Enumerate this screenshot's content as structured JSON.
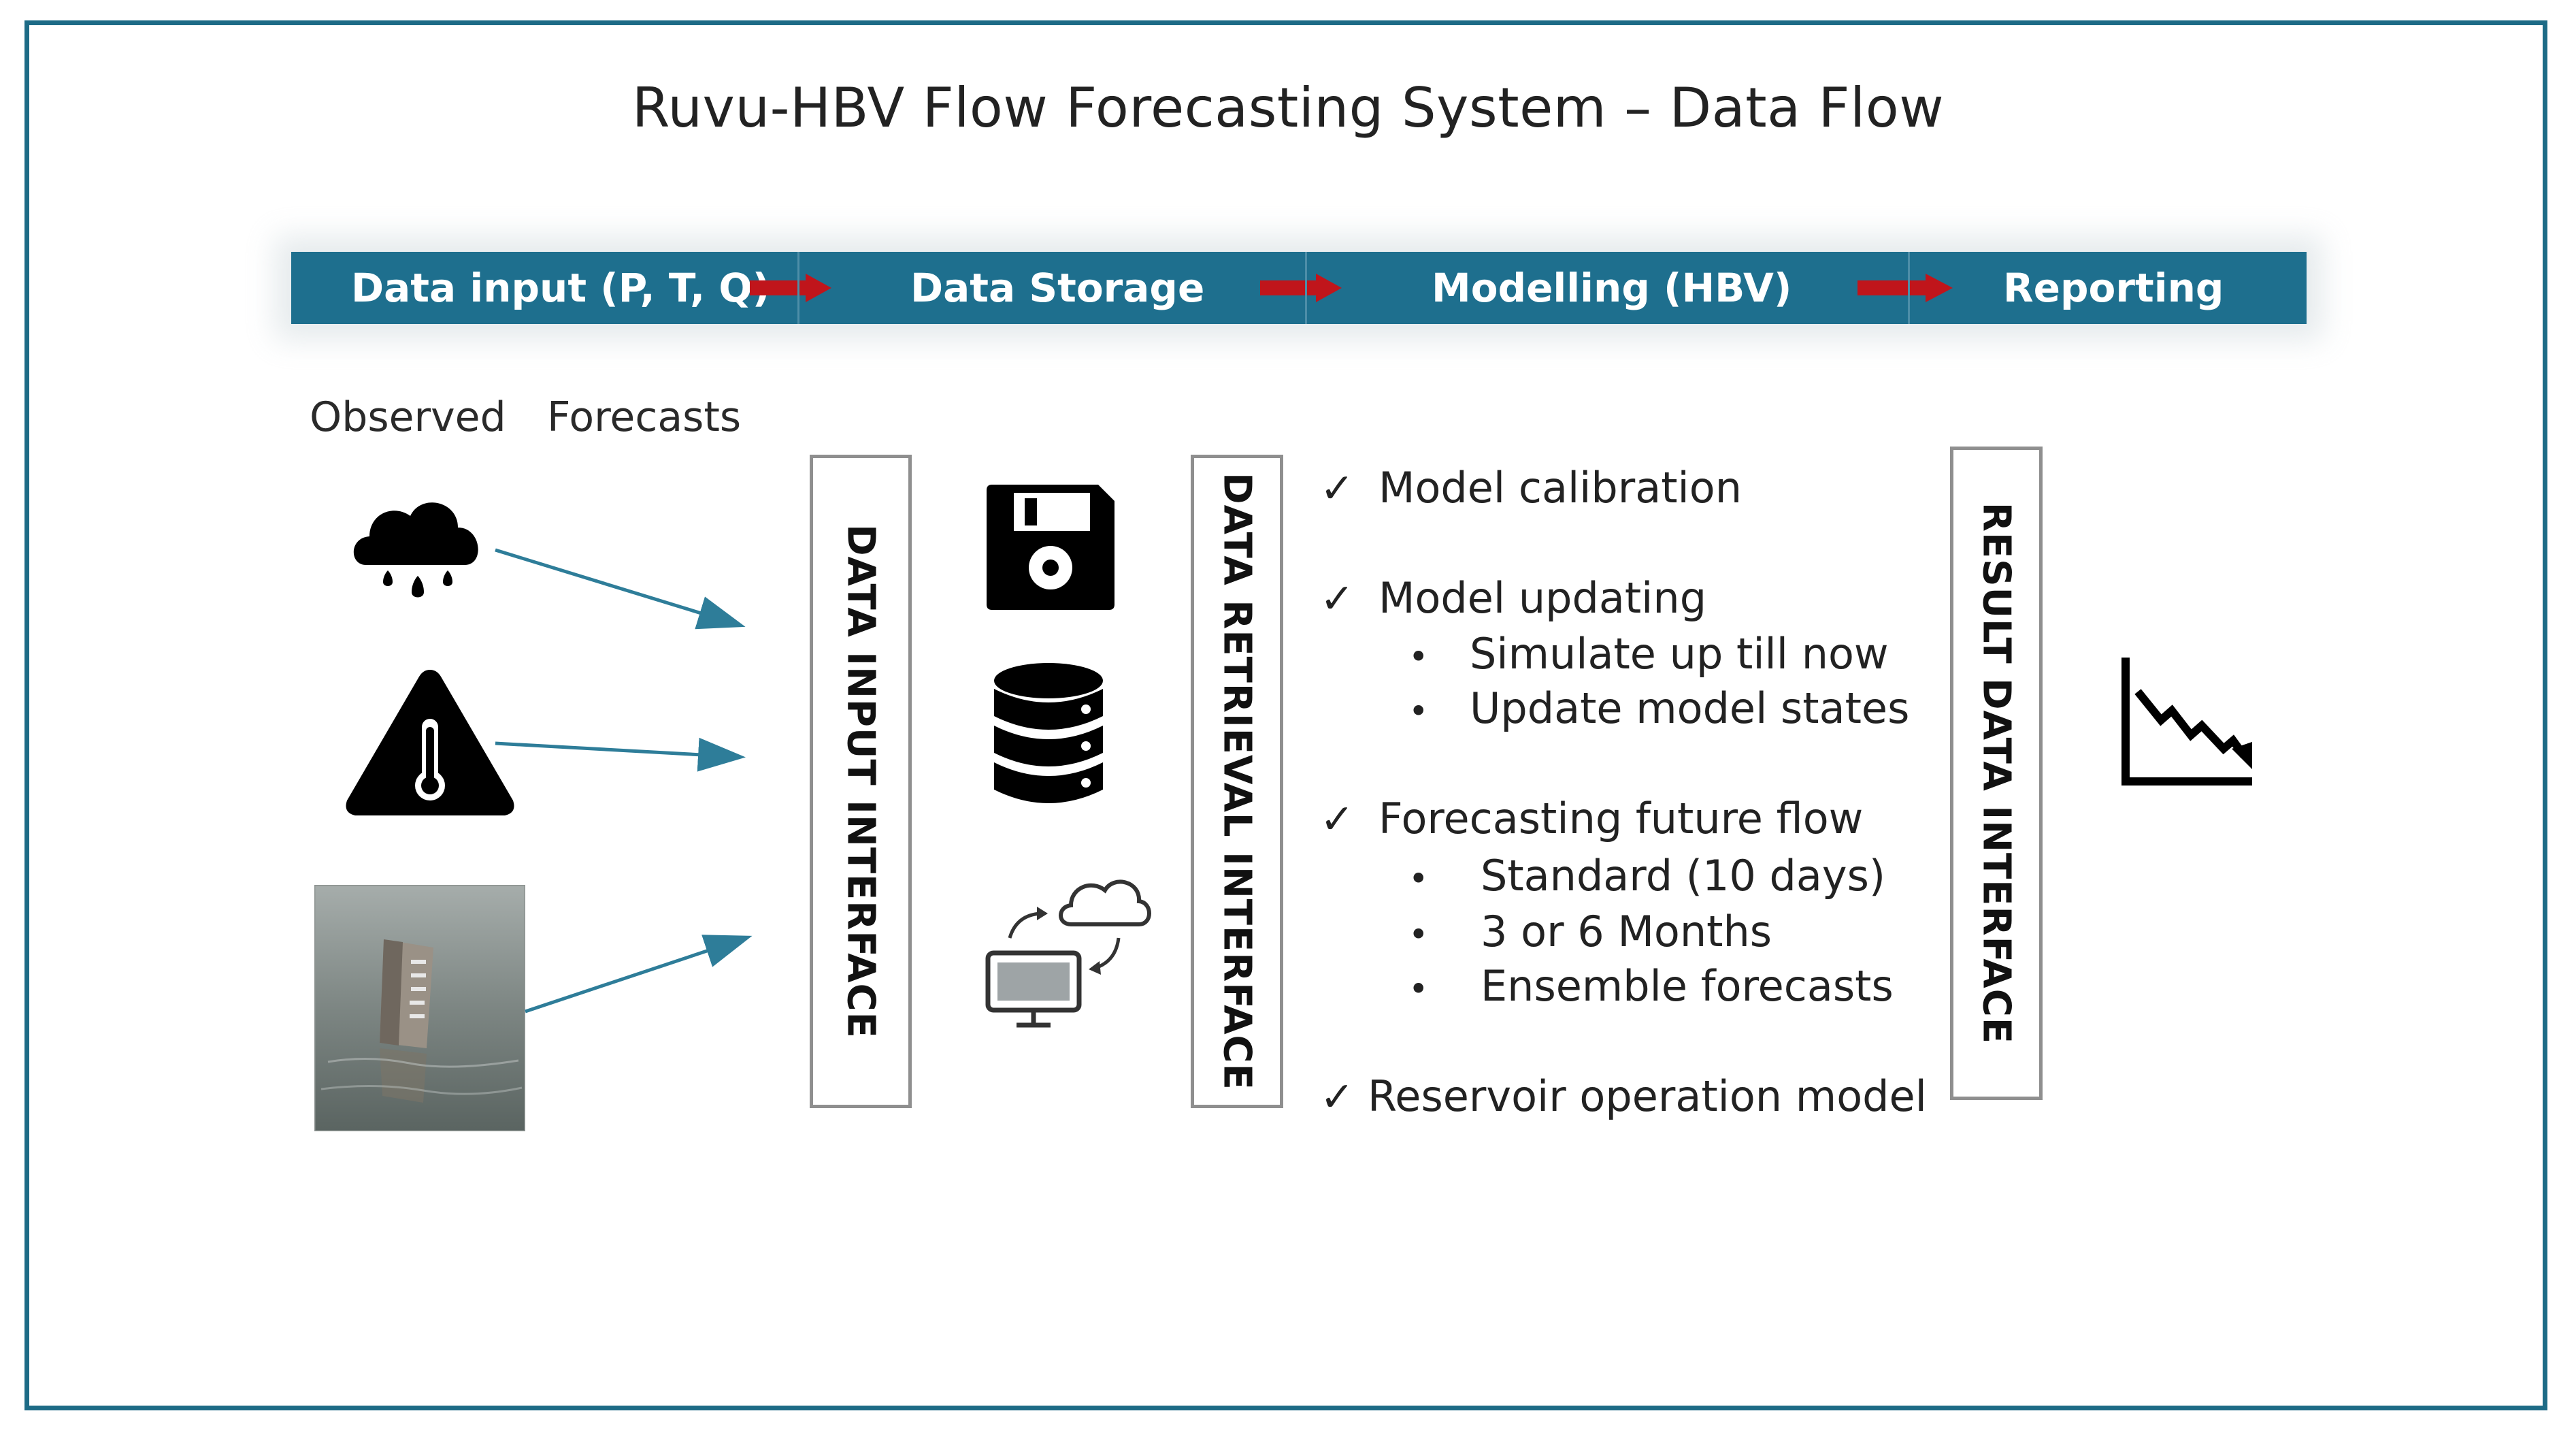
{
  "title": "Ruvu-HBV Flow Forecasting System – Data Flow",
  "colors": {
    "frame_border": "#1d6b86",
    "banner_fill": "#1e6f8e",
    "banner_text": "#ffffff",
    "stage_arrow": "#c0151b",
    "connector_line": "#2e7d99"
  },
  "stages": [
    {
      "label": "Data input (P, T, Q)"
    },
    {
      "label": "Data Storage"
    },
    {
      "label": "Modelling (HBV)"
    },
    {
      "label": "Reporting"
    }
  ],
  "inputs": {
    "observed_label": "Observed",
    "forecasts_label": "Forecasts",
    "icons": [
      "rain-cloud-icon",
      "thermometer-warning-icon",
      "river-gauge-photo"
    ]
  },
  "interfaces": {
    "data_input": "DATA INPUT INTERFACE",
    "data_retrieval": "DATA RETRIEVAL  INTERFACE",
    "result_data": "RESULT DATA  INTERFACE"
  },
  "storage_icons": [
    "floppy-disk-icon",
    "database-icon",
    "cloud-sync-computer-icon"
  ],
  "modelling": {
    "items": [
      {
        "label": "Model calibration",
        "bullets": []
      },
      {
        "label": "Model updating",
        "bullets": [
          "Simulate up till now",
          "Update model states"
        ]
      },
      {
        "label": "Forecasting future flow",
        "bullets": [
          "Standard (10 days)",
          "3 or 6 Months",
          "Ensemble forecasts"
        ]
      },
      {
        "label": "Reservoir operation model",
        "bullets": []
      }
    ]
  },
  "reporting_icon": "declining-chart-icon"
}
